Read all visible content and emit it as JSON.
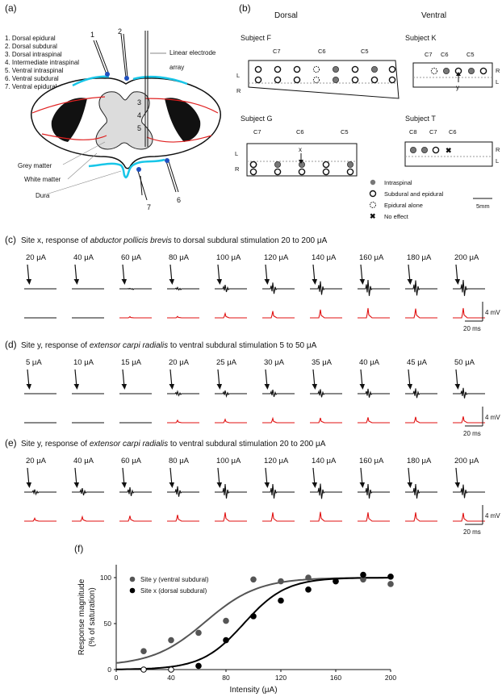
{
  "panel_a": {
    "label": "(a)",
    "legend": [
      "1. Dorsal epidural",
      "2. Dorsal subdural",
      "3. Dorsal intraspinal",
      "4. Intermediate intraspinal",
      "5. Ventral intraspinal",
      "6. Ventral subdural",
      "7. Ventral epidural"
    ],
    "electrode_label_1": "Linear electrode",
    "electrode_label_2": "array",
    "nums": [
      "1",
      "2",
      "3",
      "4",
      "5",
      "6",
      "7"
    ],
    "grey_matter": "Grey matter",
    "white_matter": "White matter",
    "dura": "Dura"
  },
  "panel_b": {
    "label": "(b)",
    "dorsal": "Dorsal",
    "ventral": "Ventral",
    "subjects": {
      "F": {
        "name": "Subject F",
        "segs": [
          "C7",
          "C6",
          "C5"
        ],
        "side_top": "L",
        "side_bot": "R"
      },
      "G": {
        "name": "Subject G",
        "segs": [
          "C7",
          "C6",
          "C5"
        ],
        "side_top": "L",
        "side_bot": "R",
        "marker": "x"
      },
      "K": {
        "name": "Subject K",
        "segs": [
          "C7",
          "C6",
          "C5"
        ],
        "side_top": "R",
        "side_bot": "L",
        "marker": "y"
      },
      "T": {
        "name": "Subject T",
        "segs": [
          "C8",
          "C7",
          "C6"
        ],
        "side_top": "R",
        "side_bot": "L"
      }
    },
    "legend": {
      "intraspinal": "Intraspinal",
      "subdural": "Subdural and epidural",
      "epidural": "Epidural alone",
      "noeffect": "No effect"
    },
    "scalebar": "5mm"
  },
  "panel_c": {
    "label": "(c)",
    "title_pre": "Site x, response of ",
    "title_em": "abductor pollicis brevis",
    "title_post": " to dorsal subdural stimulation 20 to 200 μA",
    "currents": [
      "20 μA",
      "40 μA",
      "60 μA",
      "80 μA",
      "100 μA",
      "120 μA",
      "140 μA",
      "160 μA",
      "180 μA",
      "200 μA"
    ],
    "amp": [
      0,
      0,
      0.05,
      0.15,
      0.45,
      0.7,
      0.85,
      1.0,
      0.95,
      1.0
    ],
    "red_active": [
      false,
      false,
      true,
      true,
      true,
      true,
      true,
      true,
      true,
      true
    ],
    "scale_v": "4 mV",
    "scale_t": "20 ms"
  },
  "panel_d": {
    "label": "(d)",
    "title_pre": "Site y, response of ",
    "title_em": "extensor carpi radialis",
    "title_post": " to ventral subdural stimulation 5 to 50 μA",
    "currents": [
      "5 μA",
      "10 μA",
      "15 μA",
      "20 μA",
      "25 μA",
      "30 μA",
      "35 μA",
      "40 μA",
      "45 μA",
      "50 μA"
    ],
    "amp": [
      0,
      0,
      0,
      0.25,
      0.35,
      0.45,
      0.5,
      0.55,
      0.6,
      0.65
    ],
    "red_active": [
      false,
      false,
      false,
      true,
      true,
      true,
      true,
      true,
      true,
      true
    ],
    "scale_v": "4 mV",
    "scale_t": "20 ms"
  },
  "panel_e": {
    "label": "(e)",
    "title_pre": "Site y, response of ",
    "title_em": "extensor carpi radialis",
    "title_post": " to ventral subdural stimulation 20 to 200 μA",
    "currents": [
      "20 μA",
      "40 μA",
      "60 μA",
      "80 μA",
      "100 μA",
      "120 μA",
      "140 μA",
      "160 μA",
      "180 μA",
      "200 μA"
    ],
    "amp": [
      0.3,
      0.45,
      0.55,
      0.65,
      0.9,
      0.9,
      0.95,
      0.9,
      0.9,
      0.85
    ],
    "red_active": [
      true,
      true,
      true,
      true,
      true,
      true,
      true,
      true,
      true,
      true
    ],
    "scale_v": "4 mV",
    "scale_t": "20 ms"
  },
  "chart_data": {
    "label": "(f)",
    "type": "scatter",
    "xlabel": "Intensity (μA)",
    "ylabel": "Response magnitude",
    "ylabel2": "(% of saturation)",
    "xlim": [
      0,
      200
    ],
    "ylim": [
      0,
      100
    ],
    "xticks": [
      "0",
      "40",
      "80",
      "120",
      "160",
      "200"
    ],
    "yticks": [
      "0",
      "50",
      "100"
    ],
    "series": [
      {
        "name": "Site y (ventral subdural)",
        "color": "#555555",
        "x": [
          20,
          40,
          60,
          80,
          100,
          120,
          140,
          160,
          180,
          200
        ],
        "y": [
          20,
          32,
          40,
          53,
          98,
          96,
          100,
          96,
          98,
          93
        ],
        "fit_mid": 65,
        "fit_k": 0.052,
        "fit_base": 4
      },
      {
        "name": "Site x (dorsal subdural)",
        "color": "#000000",
        "x": [
          20,
          40,
          60,
          80,
          100,
          120,
          140,
          160,
          180,
          200
        ],
        "y": [
          0,
          0,
          4,
          32,
          58,
          75,
          87,
          96,
          103,
          101
        ],
        "open": [
          true,
          true,
          false,
          false,
          false,
          false,
          false,
          false,
          false,
          false
        ],
        "fit_mid": 93,
        "fit_k": 0.065,
        "fit_base": 0
      }
    ]
  }
}
